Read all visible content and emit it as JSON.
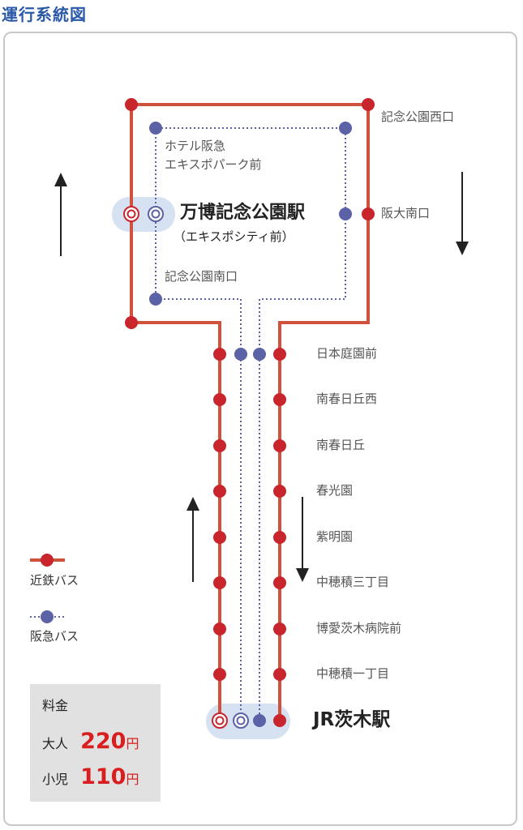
{
  "title": "運行系統図",
  "colors": {
    "kintetsu": "#d0523d",
    "kintetsu_dot": "#c8252c",
    "hankyu": "#5b62a6",
    "terminal_bg": "#d6e2f2",
    "title": "#2a59a8"
  },
  "stops_upper": {
    "kinen_koen_nishiguchi": "記念公園西口",
    "hotel_line1": "ホテル阪急",
    "hotel_line2": "エキスポパーク前",
    "bampaku_station": "万博記念公園駅",
    "bampaku_sub": "（エキスポシティ前）",
    "handai_minamiguchi": "阪大南口",
    "kinen_koen_minamiguchi": "記念公園南口"
  },
  "stops_lower": [
    "日本庭園前",
    "南春日丘西",
    "南春日丘",
    "春光園",
    "紫明園",
    "中穂積三丁目",
    "博愛茨木病院前",
    "中穂積一丁目"
  ],
  "terminal": "JR茨木駅",
  "legend": {
    "kintetsu": "近鉄バス",
    "hankyu": "阪急バス"
  },
  "fare": {
    "heading": "料金",
    "adult_label": "大人",
    "adult_price": "220",
    "child_label": "小児",
    "child_price": "110",
    "currency": "円"
  }
}
